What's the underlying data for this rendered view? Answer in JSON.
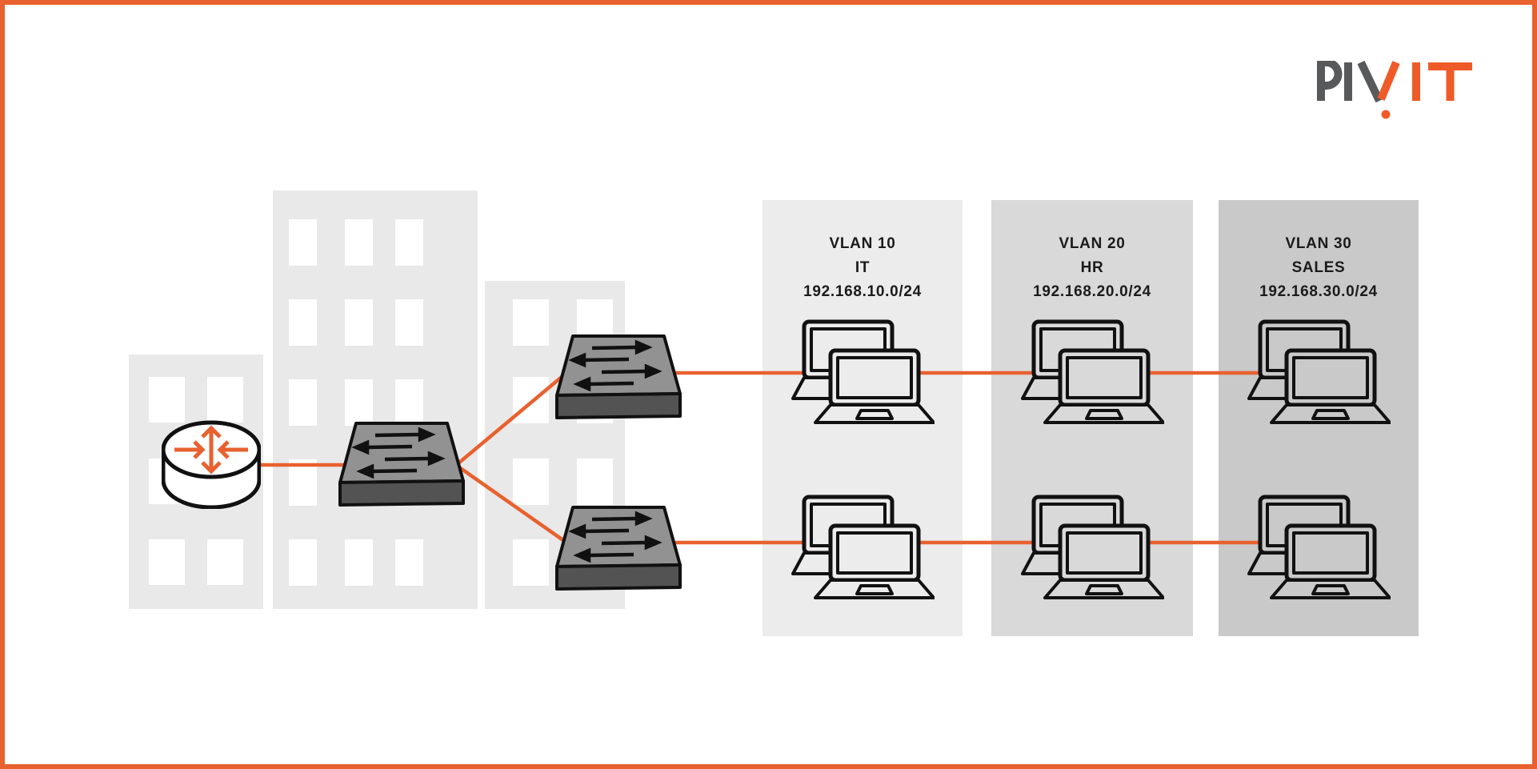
{
  "page": {
    "background": "#ffffff",
    "border_color": "#e8612f"
  },
  "logo": {
    "full_text": "PIVIT",
    "text_gray": "PIV",
    "text_orange": "IT",
    "gray_color": "#58595b",
    "orange_color": "#ef5b28"
  },
  "colors": {
    "accent_line": "#e8612f",
    "switch_top": "#929292",
    "switch_front": "#535353",
    "device_outline": "#111111",
    "building_fill": "#e9e9e9",
    "label_text": "#1b1b1b"
  },
  "vlans": [
    {
      "name": "VLAN 10",
      "department": "IT",
      "subnet": "192.168.10.0/24",
      "panel_color": "#ececec",
      "laptop_pairs": 2
    },
    {
      "name": "VLAN 20",
      "department": "HR",
      "subnet": "192.168.20.0/24",
      "panel_color": "#d9d9d9",
      "laptop_pairs": 2
    },
    {
      "name": "VLAN 30",
      "department": "SALES",
      "subnet": "192.168.30.0/24",
      "panel_color": "#c9c9c9",
      "laptop_pairs": 2
    }
  ],
  "devices": {
    "router": {
      "icon": "router-icon",
      "count": 1
    },
    "core_switch": {
      "icon": "switch-icon",
      "count": 1
    },
    "access_switches": {
      "icon": "switch-icon",
      "count": 2
    },
    "laptop_groups": {
      "icon": "laptop-pair-icon",
      "count": 6
    }
  }
}
